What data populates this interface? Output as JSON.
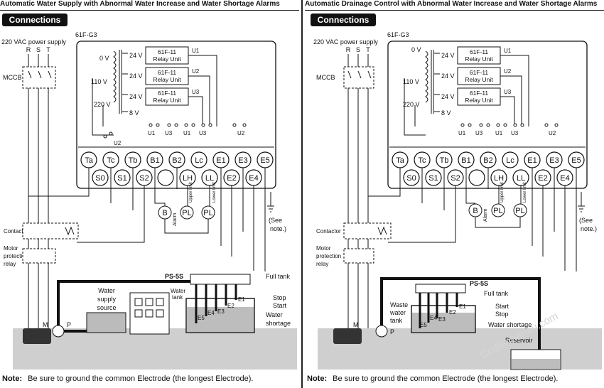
{
  "left": {
    "title": "Automatic Water Supply with Abnormal Water Increase and Water Shortage Alarms",
    "connections": "Connections",
    "power": "220 VAC power supply",
    "rst": [
      "R",
      "S",
      "T"
    ],
    "mccb": "MCCB",
    "model": "61F-G3",
    "volts": [
      "0 V",
      "110 V",
      "220 V",
      "24 V",
      "8 V"
    ],
    "relay_unit": [
      "61F-11",
      "Relay Unit"
    ],
    "u_labels": [
      "U1",
      "U2",
      "U3"
    ],
    "terminals_top": [
      "Ta",
      "Tc",
      "Tb",
      "B1",
      "B2",
      "Lc",
      "E1",
      "E3",
      "E5"
    ],
    "terminals_bottom": [
      "S0",
      "S1",
      "S2",
      "LH",
      "LL",
      "E2",
      "E4"
    ],
    "alarm": "Alarm",
    "upper": "Upper limit",
    "lower": "Lower limit",
    "b": "B",
    "pl": "PL",
    "see_note": [
      "(See",
      "note.)"
    ],
    "contactor": "Contactor",
    "motor": [
      "Motor",
      "protection",
      "relay"
    ],
    "ps5s": "PS-5S",
    "full_tank": "Full tank",
    "water_tank": [
      "Water",
      "tank"
    ],
    "stop": "Stop",
    "start": "Start",
    "shortage": [
      "Water",
      "shortage"
    ],
    "supply_src": [
      "Water",
      "supply",
      "source"
    ],
    "electrodes": [
      "E1",
      "E2",
      "E3",
      "E4",
      "E5"
    ],
    "m": "M",
    "p": "P",
    "note_label": "Note:",
    "note_text": "Be sure to ground the common Electrode (the longest Electrode)."
  },
  "right": {
    "title": "Automatic Drainage Control with Abnormal Water Increase and Water Shortage Alarms",
    "connections": "Connections",
    "power": "220 VAC power supply",
    "rst": [
      "R",
      "S",
      "T"
    ],
    "mccb": "MCCB",
    "model": "61F-G3",
    "volts": [
      "0 V",
      "110 V",
      "220 V",
      "24 V",
      "8 V"
    ],
    "relay_unit": [
      "61F-11",
      "Relay Unit"
    ],
    "u_labels": [
      "U1",
      "U2",
      "U3"
    ],
    "terminals_top": [
      "Ta",
      "Tc",
      "Tb",
      "B1",
      "B2",
      "Lc",
      "E1",
      "E3",
      "E5"
    ],
    "terminals_bottom": [
      "S0",
      "S1",
      "S2",
      "LH",
      "LL",
      "E2",
      "E4"
    ],
    "alarm": "Alarm",
    "upper": "Upper limit",
    "lower": "Lower limit",
    "b": "B",
    "pl": "PL",
    "see_note": [
      "(See",
      "note.)"
    ],
    "contactor": "Contactor",
    "motor": [
      "Motor",
      "protection",
      "relay"
    ],
    "ps5s": "PS-5S",
    "full_tank": "Full tank",
    "waste": [
      "Waste",
      "water",
      "tank"
    ],
    "start": "Start",
    "stop": "Stop",
    "shortage": "Water shortage",
    "reservoir": "Reservoir",
    "electrodes": [
      "E1",
      "E2",
      "E3",
      "E4",
      "E5"
    ],
    "m": "M",
    "p": "P",
    "watermark": "Codienhanau.com",
    "note_label": "Note:",
    "note_text": "Be sure to ground the common Electrode (the longest Electrode)."
  }
}
